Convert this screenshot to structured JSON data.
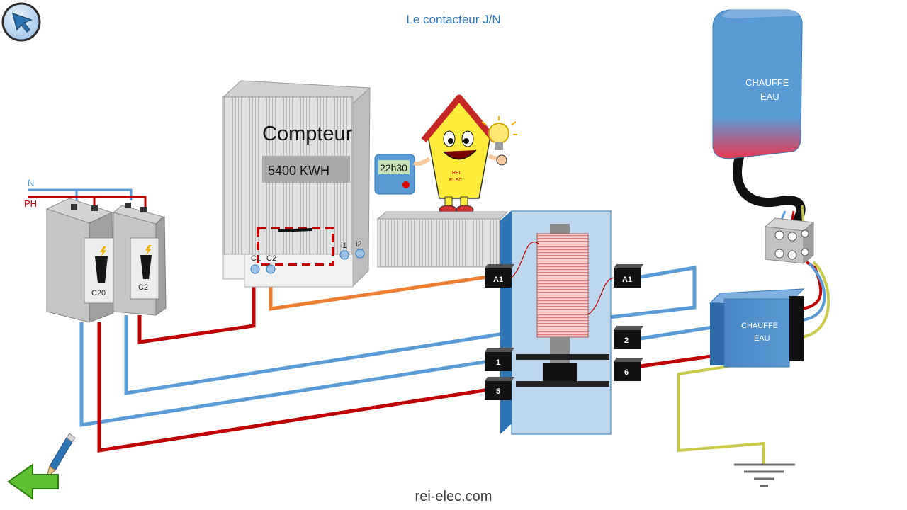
{
  "title": "Le contacteur J/N",
  "footer": "rei-elec.com",
  "labels": {
    "n": "N",
    "ph": "PH",
    "meter_title": "Compteur",
    "meter_reading": "5400 KWH",
    "c1": "C1",
    "c2": "C2",
    "i1": "i1",
    "i2": "i2",
    "timer_display": "22h30",
    "mascot_text_1": "REI",
    "mascot_text_2": "ELEC",
    "breaker1": "C20",
    "breaker2": "C2",
    "a1_left": "A1",
    "a1_right": "A1",
    "t1": "1",
    "t2": "2",
    "t5": "5",
    "t6": "6",
    "heater_top_1": "CHAUFFE",
    "heater_top_2": "EAU",
    "heater_small_1": "CHAUFFE",
    "heater_small_2": "EAU"
  },
  "colors": {
    "neutral": "#5b9bd5",
    "phase": "#c00000",
    "command": "#ed7d31",
    "earth": "#c9c94a",
    "contactor": "#bdd7ee",
    "heater": "#5b9bd5",
    "title": "#2e75b6"
  },
  "icons": [
    "back-arrow-cursor-icon",
    "pencil-icon",
    "green-left-arrow-icon",
    "ground-symbol-icon",
    "lightbulb-icon"
  ]
}
